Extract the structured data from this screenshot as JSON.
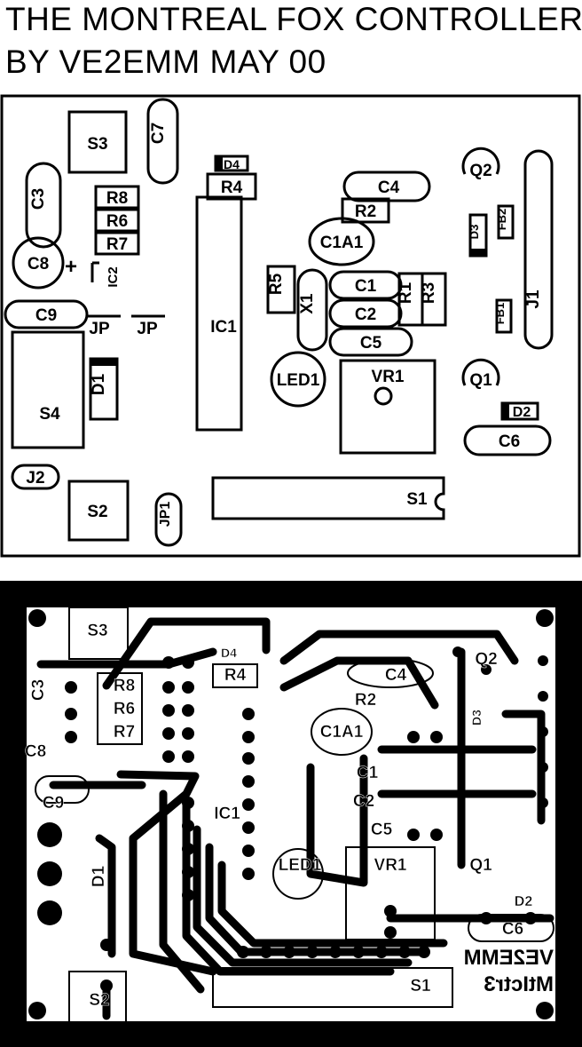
{
  "title": {
    "line1": "THE MONTREAL FOX CONTROLLER",
    "line2": "BY  VE2EMM  MAY 00"
  },
  "layout": {
    "parts": {
      "s3": "S3",
      "c7": "C7",
      "d4": "D4",
      "r4": "R4",
      "c3": "C3",
      "r8": "R8",
      "r6": "R6",
      "r7": "R7",
      "c8": "C8",
      "plus": "+",
      "ic2": "IC2",
      "c9": "C9",
      "jp1": "JP",
      "jp2": "JP",
      "ic1": "IC1",
      "r5": "R5",
      "x1": "X1",
      "c1": "C1",
      "c2": "C2",
      "c5": "C5",
      "r1": "R1",
      "r3": "R3",
      "c4": "C4",
      "r2": "R2",
      "c1a1": "C1A1",
      "q2": "Q2",
      "d3": "D3",
      "fb2": "FB2",
      "fb1": "FB1",
      "j1": "J1",
      "led1": "LED1",
      "vr1": "VR1",
      "q1": "Q1",
      "d2": "D2",
      "c6": "C6",
      "s4": "S4",
      "d1": "D1",
      "j2": "J2",
      "s2": "S2",
      "jp1b": "JP1",
      "s1": "S1"
    }
  },
  "copper": {
    "parts": {
      "s3": "S3",
      "r8": "R8",
      "r6": "R6",
      "r7": "R7",
      "r4": "R4",
      "d4": "D4",
      "c3": "C3",
      "c8": "C8",
      "c9": "C9",
      "ic1": "IC1",
      "c4": "C4",
      "r2": "R2",
      "c1a1": "C1A1",
      "c1": "C1",
      "c2": "C2",
      "c5": "C5",
      "q2": "Q2",
      "d3": "D3",
      "q1": "Q1",
      "led1": "LED1",
      "vr1": "VR1",
      "d2": "D2",
      "c6": "C6",
      "d1": "D1",
      "s2": "S2",
      "s1": "S1"
    },
    "mirror1": "VE2EMM",
    "mirror2": "MtIctr3"
  }
}
